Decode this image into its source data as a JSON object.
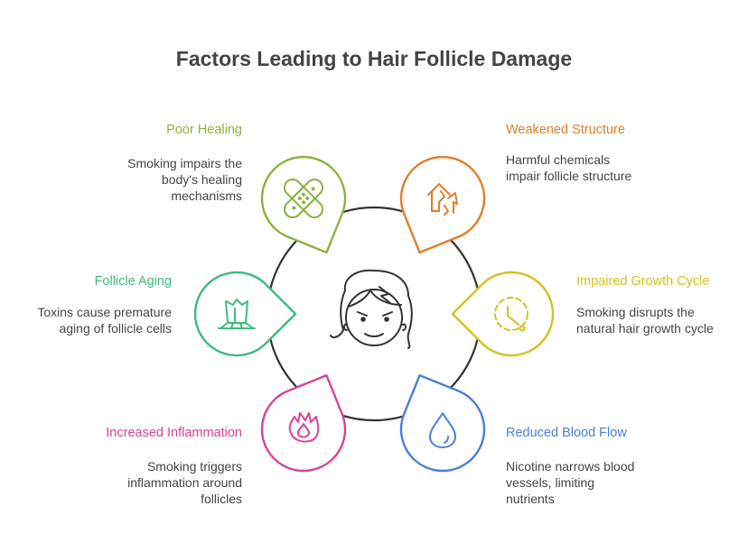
{
  "title": "Factors Leading to Hair Follicle Damage",
  "center_icon": "frustrated-face-icon",
  "factors": [
    {
      "id": "poor-healing",
      "heading": "Poor Healing",
      "description_lines": [
        "Smoking impairs the",
        "body's healing",
        "mechanisms"
      ],
      "color": "#8ab33f",
      "icon": "bandage-icon",
      "side": "left"
    },
    {
      "id": "weakened-structure",
      "heading": "Weakened Structure",
      "description_lines": [
        "Harmful chemicals",
        "impair follicle structure"
      ],
      "color": "#e07e2c",
      "icon": "damaged-house-icon",
      "side": "right"
    },
    {
      "id": "follicle-aging",
      "heading": "Follicle Aging",
      "description_lines": [
        "Toxins cause premature",
        "aging of follicle cells"
      ],
      "color": "#3dbb7e",
      "icon": "tree-stump-icon",
      "side": "left"
    },
    {
      "id": "impaired-growth-cycle",
      "heading": "Impaired Growth Cycle",
      "description_lines": [
        "Smoking disrupts the",
        "natural hair growth cycle"
      ],
      "color": "#d4c21d",
      "icon": "broken-clock-icon",
      "side": "right"
    },
    {
      "id": "increased-inflammation",
      "heading": "Increased Inflammation",
      "description_lines": [
        "Smoking triggers",
        "inflammation around",
        "follicles"
      ],
      "color": "#d94296",
      "icon": "flame-icon",
      "side": "left"
    },
    {
      "id": "reduced-blood-flow",
      "heading": "Reduced Blood Flow",
      "description_lines": [
        "Nicotine narrows blood",
        "vessels, limiting",
        "nutrients"
      ],
      "color": "#4a7fd6",
      "icon": "droplet-icon",
      "side": "right"
    }
  ]
}
